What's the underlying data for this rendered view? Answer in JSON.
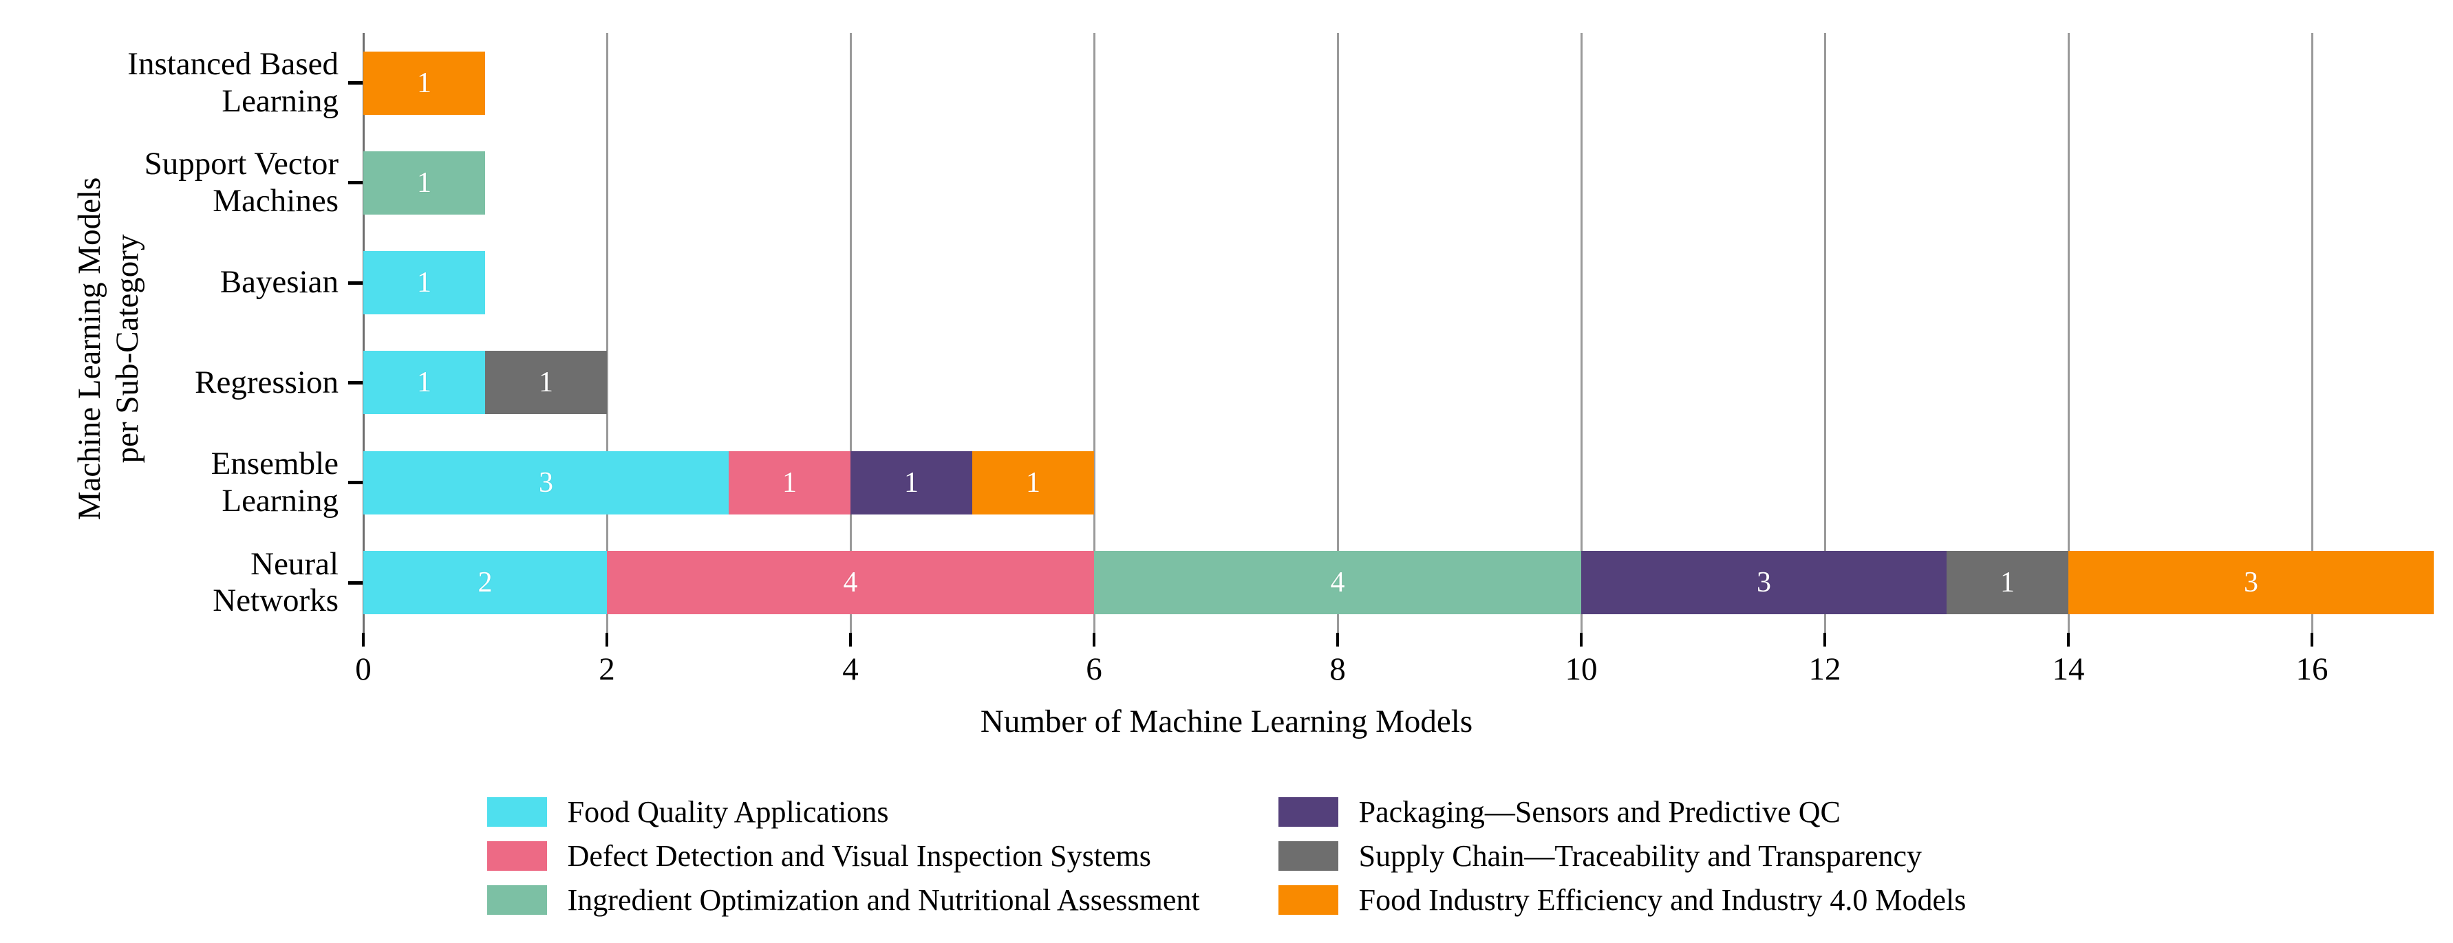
{
  "chart_data": {
    "type": "bar",
    "orientation": "horizontal",
    "stacked": true,
    "title": "",
    "xlabel": "Number of Machine Learning Models",
    "ylabel": "Machine Learning Models\nper Sub-Category",
    "ylabel_lines": [
      "Machine Learning Models",
      "per Sub-Category"
    ],
    "grid": "vertical",
    "legend_position": "bottom",
    "xlim": [
      0,
      17
    ],
    "xticks": [
      0,
      2,
      4,
      6,
      8,
      10,
      12,
      14,
      16
    ],
    "xtick_labels": [
      "0",
      "2",
      "4",
      "6",
      "8",
      "10",
      "12",
      "14",
      "16"
    ],
    "categories": [
      "Neural Networks",
      "Ensemble Learning",
      "Regression",
      "Bayesian",
      "Support Vector Machines",
      "Instanced Based Learning"
    ],
    "category_lines": [
      [
        "Neural",
        "Networks"
      ],
      [
        "Ensemble",
        "Learning"
      ],
      [
        "Regression"
      ],
      [
        "Bayesian"
      ],
      [
        "Support Vector",
        "Machines"
      ],
      [
        "Instanced Based",
        "Learning"
      ]
    ],
    "series": [
      {
        "name": "Food Quality Applications",
        "color": "#4FDFEE",
        "values": [
          2,
          3,
          1,
          1,
          0,
          0
        ]
      },
      {
        "name": "Defect Detection and Visual Inspection Systems",
        "color": "#ED6A85",
        "values": [
          4,
          1,
          0,
          0,
          0,
          0
        ]
      },
      {
        "name": "Ingredient Optimization and Nutritional Assessment",
        "color": "#7CC0A4",
        "values": [
          4,
          0,
          0,
          0,
          1,
          0
        ]
      },
      {
        "name": "Packaging—Sensors and Predictive QC",
        "color": "#54407B",
        "values": [
          3,
          1,
          0,
          0,
          0,
          0
        ]
      },
      {
        "name": "Supply Chain—Traceability and Transparency",
        "color": "#6E6E6E",
        "values": [
          1,
          0,
          1,
          0,
          0,
          0
        ]
      },
      {
        "name": "Food Industry Efficiency and Industry 4.0 Models",
        "color": "#F98A00",
        "values": [
          3,
          1,
          0,
          0,
          0,
          1
        ]
      }
    ],
    "totals": [
      17,
      6,
      2,
      1,
      1,
      1
    ]
  },
  "legend": {
    "columns": [
      [
        {
          "label": "Food Quality Applications",
          "color": "#4FDFEE"
        },
        {
          "label": "Defect Detection and Visual Inspection Systems",
          "color": "#ED6A85"
        },
        {
          "label": "Ingredient Optimization and Nutritional Assessment",
          "color": "#7CC0A4"
        }
      ],
      [
        {
          "label": "Packaging—Sensors and Predictive QC",
          "color": "#54407B"
        },
        {
          "label": "Supply Chain—Traceability and Transparency",
          "color": "#6E6E6E"
        },
        {
          "label": "Food Industry Efficiency and Industry 4.0 Models",
          "color": "#F98A00"
        }
      ]
    ]
  },
  "colors": {
    "background": "#ffffff",
    "text": "#000000",
    "gridline": "#9a9a9a",
    "axis": "#6e6e6e",
    "bar_value_text": "#ffffff"
  }
}
